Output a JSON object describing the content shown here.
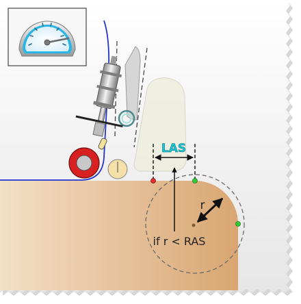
{
  "labels": {
    "las": "LAS",
    "radius": "r",
    "condition": "if r < RAS"
  },
  "icons": {
    "gauge": "speedometer-gauge-icon",
    "roller": "pinch-roller-icon",
    "cylinder": "pneumatic-cylinder-icon"
  },
  "colors": {
    "paper_top": "#ffffff",
    "paper_bottom": "#eaeaea",
    "workpiece_light": "#f0d8bc",
    "workpiece_dark": "#d9a878",
    "edge_line": "#2233cc",
    "las_text": "#19c4d6",
    "point_start": "#e03030",
    "point_end": "#33cc33",
    "roller_red": "#d82020",
    "gauge_cyan": "#29b6e6"
  }
}
